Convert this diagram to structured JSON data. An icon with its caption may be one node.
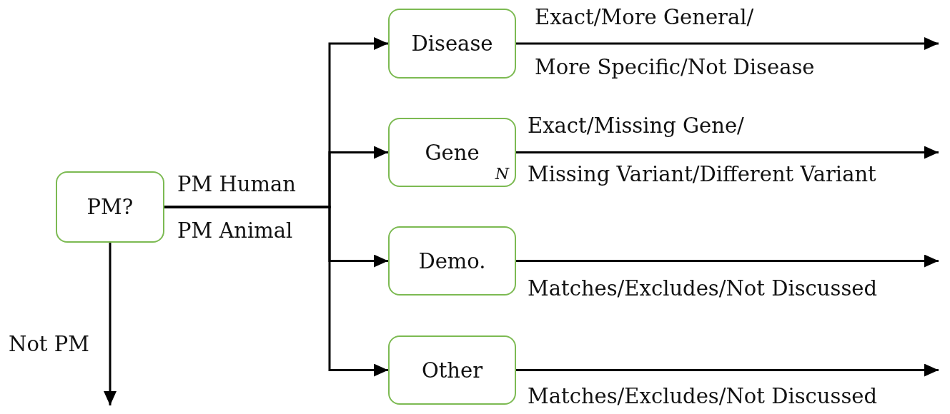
{
  "diagram": {
    "nodes": [
      {
        "text": [
          "PM?"
        ]
      },
      {
        "text": [
          "Disease"
        ]
      },
      {
        "text": [
          "Gene",
          "N"
        ]
      },
      {
        "text": [
          "Demo."
        ]
      },
      {
        "text": [
          "Other"
        ]
      }
    ],
    "edges": [
      {
        "from": 0,
        "to": 1,
        "arrow": "to"
      },
      {
        "from": 0,
        "to": 2,
        "arrow": "to"
      },
      {
        "from": 0,
        "to": 3,
        "arrow": "to"
      },
      {
        "from": 0,
        "to": 4,
        "arrow": "to"
      },
      {
        "from": 1,
        "to": null,
        "arrow": "to"
      },
      {
        "from": 2,
        "to": null,
        "arrow": "to"
      },
      {
        "from": 3,
        "to": null,
        "arrow": "to"
      },
      {
        "from": 4,
        "to": null,
        "arrow": "to"
      },
      {
        "from": 0,
        "to": null,
        "arrow": "to",
        "label": "Not PM"
      }
    ],
    "labels": [
      "PM Human",
      "PM Animal",
      "Exact/More General/",
      "More Specific/Not Disease",
      "Exact/Missing Gene/",
      "Missing Variant/Different Variant",
      "Matches/Excludes/Not Discussed",
      "Matches/Excludes/Not Discussed"
    ]
  }
}
